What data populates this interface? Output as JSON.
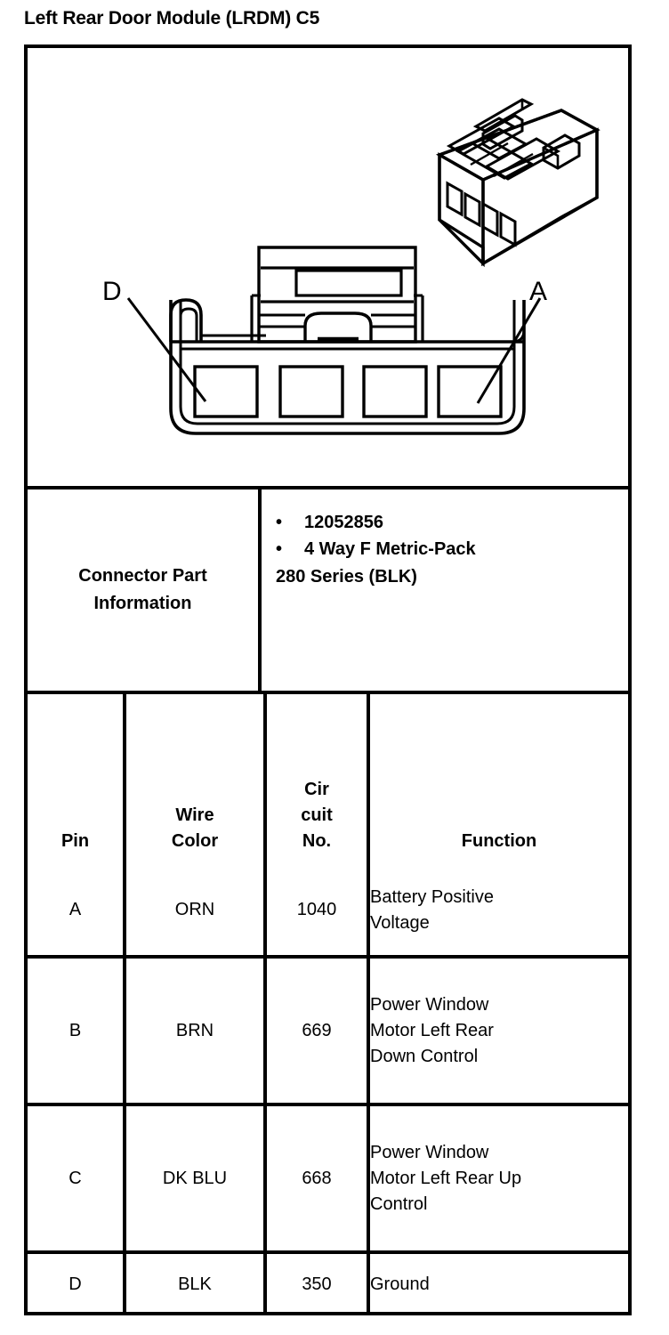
{
  "title": "Left Rear Door Module (LRDM) C5",
  "illustration": {
    "pin_callouts": [
      {
        "label": "D",
        "cavity": "leftmost"
      },
      {
        "label": "A",
        "cavity": "rightmost"
      }
    ],
    "cavity_count": 4,
    "views": [
      "isometric-3d-view",
      "front-face-view"
    ]
  },
  "connector_part_information": {
    "label_line1": "Connector Part",
    "label_line2": "Information",
    "bullet_glyph": "•",
    "bullets": [
      "12052856",
      "4 Way F Metric-Pack"
    ],
    "continuation": "280 Series (BLK)"
  },
  "pin_table": {
    "headers": {
      "pin": [
        "Pin"
      ],
      "wire_color": [
        "Wire",
        "Color"
      ],
      "circuit_no": [
        "Cir",
        "cuit",
        "No."
      ],
      "function": [
        "Function"
      ]
    },
    "rows": [
      {
        "pin": "A",
        "wire_color": "ORN",
        "circuit_no": "1040",
        "function": [
          "Battery Positive",
          "Voltage"
        ]
      },
      {
        "pin": "B",
        "wire_color": "BRN",
        "circuit_no": "669",
        "function": [
          "Power Window",
          "Motor Left Rear",
          "Down Control"
        ]
      },
      {
        "pin": "C",
        "wire_color": "DK BLU",
        "circuit_no": "668",
        "function": [
          "Power Window",
          "Motor Left Rear Up",
          "Control"
        ]
      },
      {
        "pin": "D",
        "wire_color": "BLK",
        "circuit_no": "350",
        "function": [
          "Ground"
        ]
      }
    ]
  },
  "colors": {
    "ink": "#000000",
    "paper": "#ffffff"
  }
}
